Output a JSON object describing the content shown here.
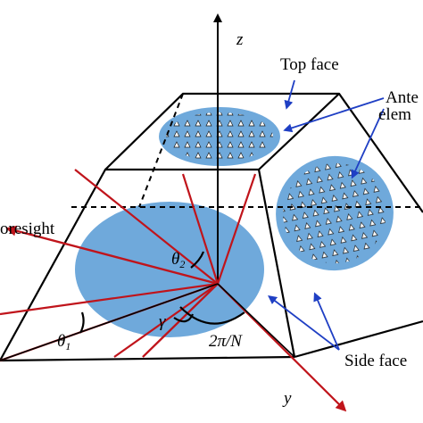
{
  "labels": {
    "z_axis": "z",
    "y_axis": "y",
    "top_face": "Top face",
    "antenna_elements_line1": "Ante",
    "antenna_elements_line2": "elem",
    "side_faces": "Side face",
    "boresight": "oresight",
    "theta1": "θ",
    "theta1_sub": "1",
    "theta2": "θ",
    "theta2_sub": "2",
    "gamma": "γ",
    "angle_2pi_n": "2π/N"
  },
  "colors": {
    "face_fill": "#6fa9db",
    "boresight_red": "#c0141b",
    "callout_blue": "#1f3fc4",
    "edge_black": "#000000"
  }
}
